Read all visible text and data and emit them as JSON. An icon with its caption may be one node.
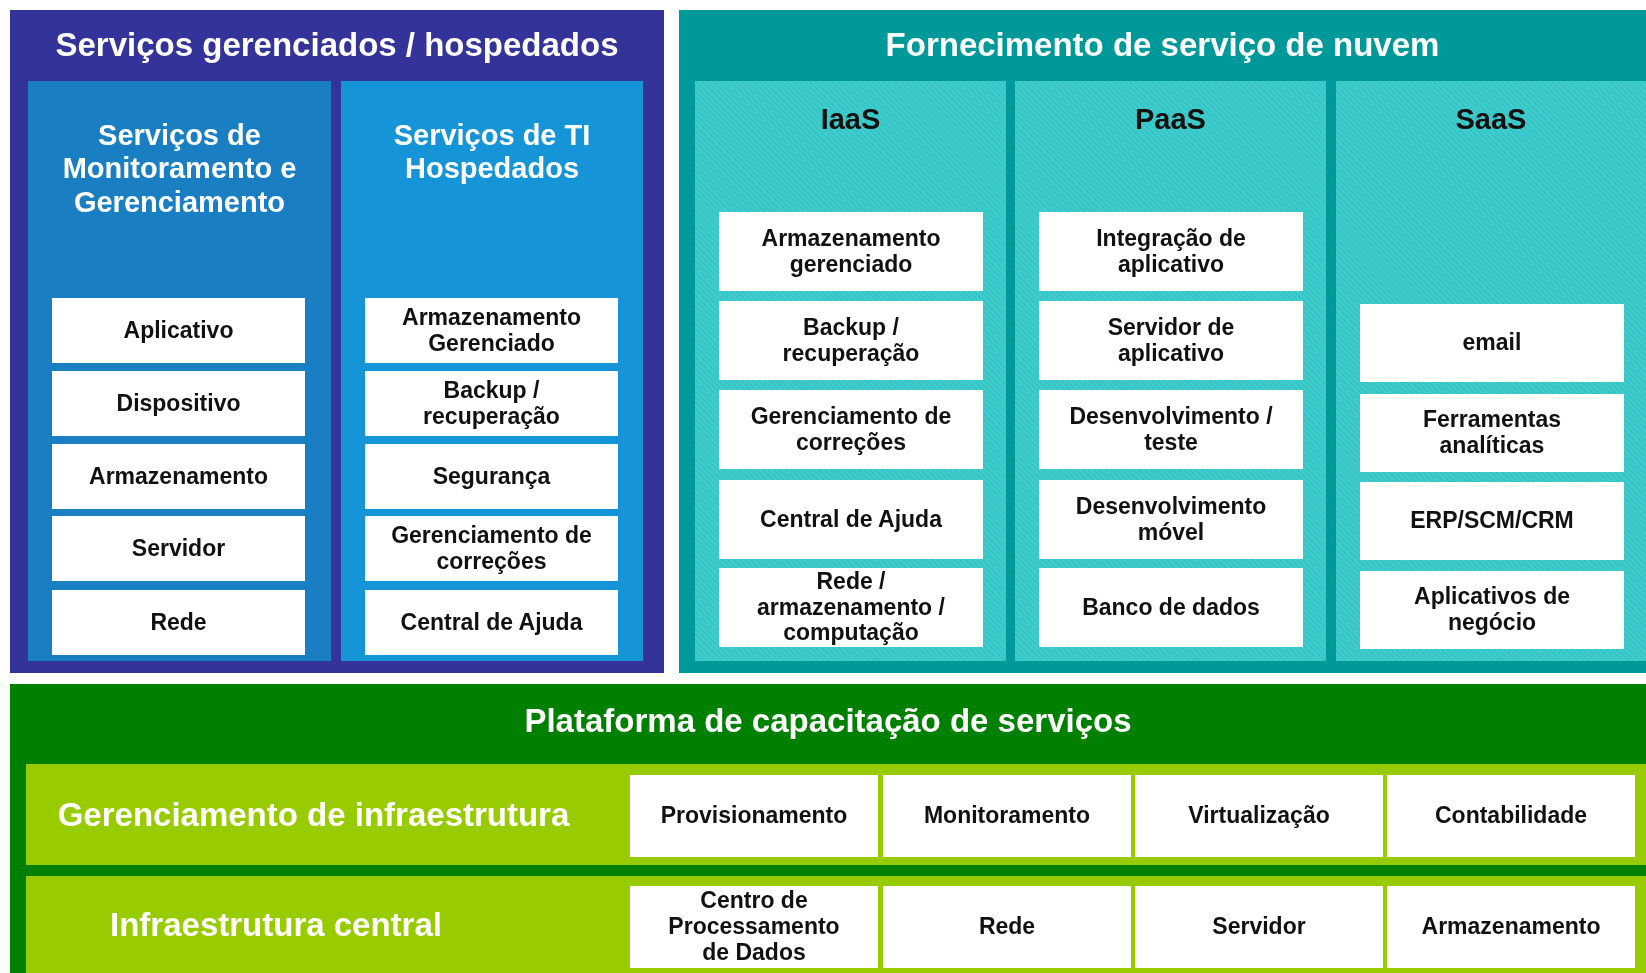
{
  "diagram": {
    "nodes": [
      {
        "text": [
          "Serviços gerenciados / hospedados"
        ]
      },
      {
        "text": [
          "Serviços de Monitoramento e Gerenciamento"
        ],
        "in": 0
      },
      {
        "text": [
          "Aplicativo"
        ],
        "in": 1
      },
      {
        "text": [
          "Dispositivo"
        ],
        "in": 1
      },
      {
        "text": [
          "Armazenamento"
        ],
        "in": 1
      },
      {
        "text": [
          "Servidor"
        ],
        "in": 1
      },
      {
        "text": [
          "Rede"
        ],
        "in": 1
      },
      {
        "text": [
          "Serviços de TI Hospedados"
        ],
        "in": 0
      },
      {
        "text": [
          "Armazenamento Gerenciado"
        ],
        "in": 7
      },
      {
        "text": [
          "Backup / recuperação"
        ],
        "in": 7
      },
      {
        "text": [
          "Segurança"
        ],
        "in": 7
      },
      {
        "text": [
          "Gerenciamento de correções"
        ],
        "in": 7
      },
      {
        "text": [
          "Central de Ajuda"
        ],
        "in": 7
      },
      {
        "text": [
          "Fornecimento de serviço de nuvem"
        ]
      },
      {
        "text": [
          "IaaS"
        ],
        "in": 13
      },
      {
        "text": [
          "Armazenamento gerenciado"
        ],
        "in": 14
      },
      {
        "text": [
          "Backup / recuperação"
        ],
        "in": 14
      },
      {
        "text": [
          "Gerenciamento de correções"
        ],
        "in": 14
      },
      {
        "text": [
          "Central de Ajuda"
        ],
        "in": 14
      },
      {
        "text": [
          "Rede / armazenamento / computação"
        ],
        "in": 14
      },
      {
        "text": [
          "PaaS"
        ],
        "in": 13
      },
      {
        "text": [
          "Integração de aplicativo"
        ],
        "in": 20
      },
      {
        "text": [
          "Servidor de aplicativo"
        ],
        "in": 20
      },
      {
        "text": [
          "Desenvolvimento / teste"
        ],
        "in": 20
      },
      {
        "text": [
          "Desenvolvimento móvel"
        ],
        "in": 20
      },
      {
        "text": [
          "Banco de dados"
        ],
        "in": 20
      },
      {
        "text": [
          "SaaS"
        ],
        "in": 13
      },
      {
        "text": [
          "email"
        ],
        "in": 26
      },
      {
        "text": [
          "Ferramentas analíticas"
        ],
        "in": 26
      },
      {
        "text": [
          "ERP/SCM/CRM"
        ],
        "in": 26
      },
      {
        "text": [
          "Aplicativos de negócio"
        ],
        "in": 26
      },
      {
        "text": [
          "Plataforma de capacitação de serviços"
        ]
      },
      {
        "text": [
          "Gerenciamento de infraestrutura"
        ],
        "in": 31
      },
      {
        "text": [
          "Provisionamento"
        ],
        "in": 32
      },
      {
        "text": [
          "Monitoramento"
        ],
        "in": 32
      },
      {
        "text": [
          "Virtualização"
        ],
        "in": 32
      },
      {
        "text": [
          "Contabilidade"
        ],
        "in": 32
      },
      {
        "text": [
          "Infraestrutura central"
        ],
        "in": 31
      },
      {
        "text": [
          "Centro de Processamento de Dados"
        ],
        "in": 37
      },
      {
        "text": [
          "Rede"
        ],
        "in": 37
      },
      {
        "text": [
          "Servidor"
        ],
        "in": 37
      },
      {
        "text": [
          "Armazenamento"
        ],
        "in": 37
      }
    ]
  }
}
